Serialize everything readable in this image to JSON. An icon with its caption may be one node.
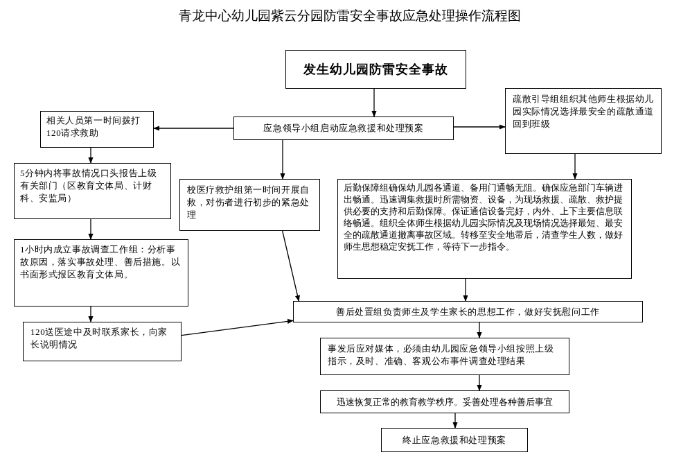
{
  "diagram": {
    "title": "青龙中心幼儿园紫云分园防雷安全事故应急处理操作流程图",
    "nodes": [
      {
        "text": [
          "发生幼儿园防雷安全事故"
        ]
      },
      {
        "text": [
          "应急领导小组启动应急救援和处理预案"
        ]
      },
      {
        "text": [
          "相关人员第一时间拨打120请求救助"
        ]
      },
      {
        "text": [
          "疏散引导组组织其他师生根据幼儿园实际情况选择最安全的疏散通道回到班级"
        ]
      },
      {
        "text": [
          "5分钟内将事故情况口头报告上级有关部门（区教育文体局、计财科、安监局）"
        ]
      },
      {
        "text": [
          "校医疗救护组第一时间开展自救，对伤者进行初步的紧急处理"
        ]
      },
      {
        "text": [
          "后勤保障组确保幼儿园各通道、备用门通畅无阻。确保应急部门车辆进出畅通。迅速调集救援时所需物资、设备，为现场救援、疏散、救护提供必要的支持和后勤保障。保证通信设备完好，内外、上下主要信息联络畅通。组织全体师生根据幼儿园实际情况及现场情况选择最短、最安全的疏散通道撤离事故区域。转移至安全地带后，清查学生人数，做好师生思想稳定安抚工作，等待下一步指令。"
        ]
      },
      {
        "text": [
          "1小时内成立事故调查工作组：分析事故原因，落实事故处理、善后措施。以书面形式报区教育文体局。"
        ]
      },
      {
        "text": [
          "善后处置组负责师生及学生家长的思想工作，做好安抚慰问工作"
        ]
      },
      {
        "text": [
          "120送医途中及时联系家长，向家长说明情况"
        ]
      },
      {
        "text": [
          "事发后应对媒体，必须由幼儿园应急领导小组按照上级指示，及时、准确、客观公布事件调查处理结果"
        ]
      },
      {
        "text": [
          "迅速恢复正常的教育教学秩序。妥善处理各种善后事宜"
        ]
      },
      {
        "text": [
          "终止应急救援和处理预案"
        ]
      }
    ],
    "edges": [
      {
        "from": 0,
        "to": 1,
        "arrow": "to"
      },
      {
        "from": 1,
        "to": 2,
        "arrow": "to"
      },
      {
        "from": 1,
        "to": 3,
        "arrow": "to"
      },
      {
        "from": 1,
        "to": 5,
        "arrow": "to"
      },
      {
        "from": 2,
        "to": 4,
        "arrow": "to"
      },
      {
        "from": 3,
        "to": 6,
        "arrow": "to"
      },
      {
        "from": 4,
        "to": 7,
        "arrow": "to"
      },
      {
        "from": 7,
        "to": 9,
        "arrow": "to"
      },
      {
        "from": 5,
        "to": 8,
        "arrow": "to"
      },
      {
        "from": 6,
        "to": 8,
        "arrow": "to"
      },
      {
        "from": 9,
        "to": 8,
        "arrow": "to"
      },
      {
        "from": 8,
        "to": 10,
        "arrow": "to"
      },
      {
        "from": 10,
        "to": 11,
        "arrow": "to"
      },
      {
        "from": 11,
        "to": 12,
        "arrow": "to"
      }
    ]
  }
}
